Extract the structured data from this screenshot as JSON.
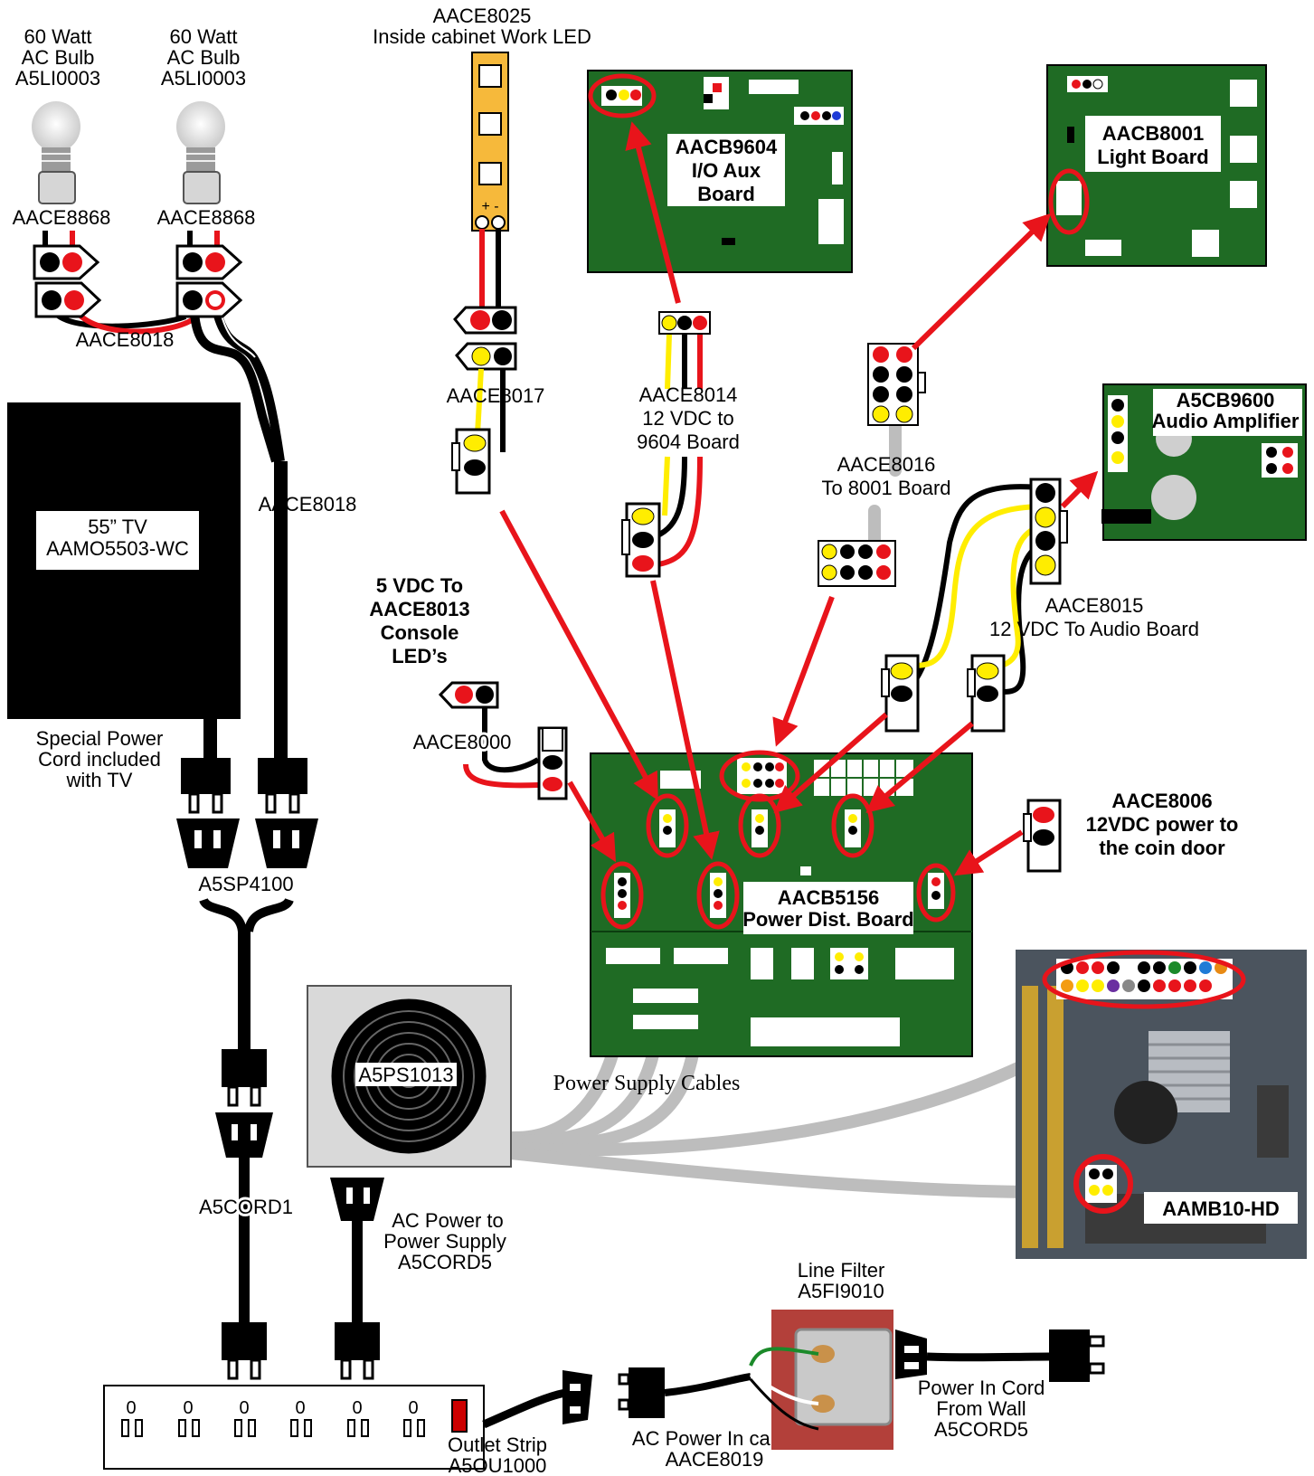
{
  "labels": {
    "bulb1": [
      "60 Watt",
      "AC Bulb",
      "A5LI0003"
    ],
    "bulb2": [
      "60 Watt",
      "AC Bulb",
      "A5LI0003"
    ],
    "sock1": "AACE8868",
    "sock2": "AACE8868",
    "ace8018a": "AACE8018",
    "ace8018b": "AACE8018",
    "led8025": [
      "AACE8025",
      "Inside cabinet Work LED"
    ],
    "ace8017": "AACE8017",
    "ace8014": [
      "AACE8014",
      "12 VDC to",
      "9604 Board"
    ],
    "ace8016": [
      "AACE8016",
      "To 8001 Board"
    ],
    "ace8015": [
      "AACE8015",
      "12 VDC To Audio Board"
    ],
    "vdc5": [
      "5 VDC To",
      "AACE8013",
      "Console",
      "LED’s"
    ],
    "ace8000": "AACE8000",
    "ace8006": [
      "AACE8006",
      "12VDC power to",
      "the coin door"
    ],
    "tv": [
      "55” TV",
      "AAMO5503-WC"
    ],
    "tvcord": [
      "Special Power",
      "Cord included",
      "with TV"
    ],
    "sp4100": "A5SP4100",
    "cord1": "A5CORD1",
    "ps": "A5PS1013",
    "pscables": "Power Supply Cables",
    "acps": [
      "AC Power to",
      "Power Supply",
      "A5CORD5"
    ],
    "filter": [
      "Line Filter",
      "A5FI9010"
    ],
    "powerin": [
      "Power In Cord",
      "From Wall",
      "A5CORD5"
    ],
    "accable": [
      "AC Power In cable",
      "AACE8019"
    ],
    "outlet": [
      "Outlet Strip",
      "A5OU1000"
    ],
    "b9604": [
      "AACB9604",
      "I/O Aux",
      "Board"
    ],
    "b8001": [
      "AACB8001",
      "Light Board"
    ],
    "b9600": [
      "A5CB9600",
      "Audio Amplifier"
    ],
    "b5156": [
      "AACB5156",
      "Power Dist. Board"
    ],
    "mb": "AAMB10-HD",
    "plusminus": "+ -",
    "outlet_glyph": "0"
  },
  "colors": {
    "board": "#1f6b24",
    "wire_red": "#e8141b",
    "wire_yellow": "#ffed00",
    "wire_black": "#000000",
    "cable_gray": "#bdbdbd",
    "led_strip": "#f6b93b",
    "filter_body": "#b3403a"
  },
  "icons": [
    "light-bulb-icon",
    "power-plug-icon",
    "power-socket-icon",
    "connector-icon",
    "speaker-icon",
    "fan-icon"
  ]
}
